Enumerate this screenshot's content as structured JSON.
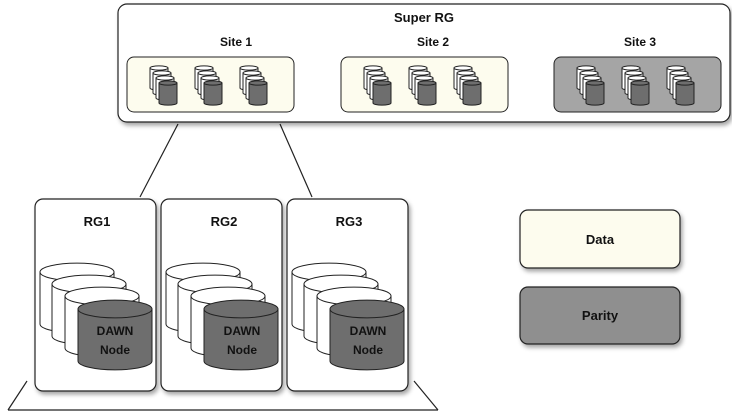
{
  "super_rg": {
    "title": "Super RG",
    "sites": [
      {
        "label": "Site 1",
        "type": "data"
      },
      {
        "label": "Site 2",
        "type": "data"
      },
      {
        "label": "Site 3",
        "type": "parity"
      }
    ]
  },
  "rgs": [
    {
      "label": "RG1",
      "node_label_line1": "DAWN",
      "node_label_line2": "Node"
    },
    {
      "label": "RG2",
      "node_label_line1": "DAWN",
      "node_label_line2": "Node"
    },
    {
      "label": "RG3",
      "node_label_line1": "DAWN",
      "node_label_line2": "Node"
    }
  ],
  "legend": {
    "data_label": "Data",
    "parity_label": "Parity"
  },
  "colors": {
    "data_fill": "#fdfcee",
    "parity_fill": "#8f8f8f",
    "site_parity_fill": "#a5a5a5",
    "disk_white": "#ffffff",
    "disk_dark": "#6e6e6e",
    "stroke": "#222222"
  }
}
